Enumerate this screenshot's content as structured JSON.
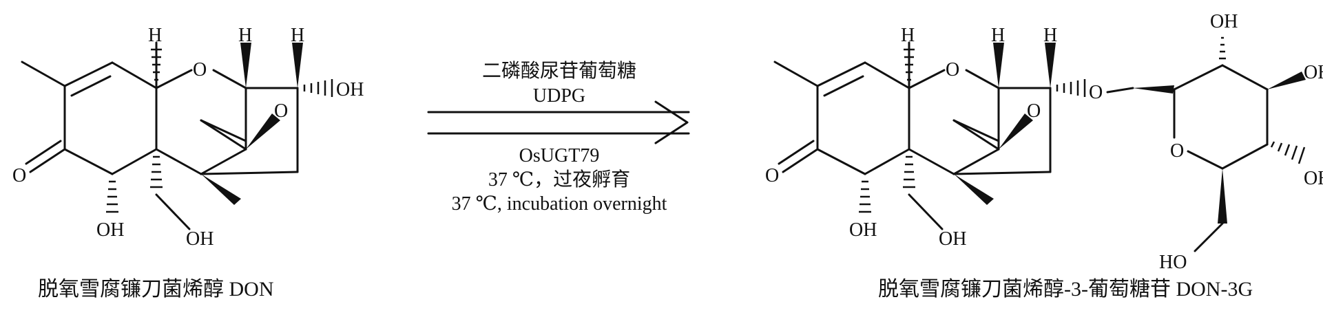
{
  "reaction": {
    "reactant": {
      "caption": "脱氧雪腐镰刀菌烯醇 DON",
      "atoms": {
        "h1": "H",
        "h2": "H",
        "h3": "H",
        "o_ring": "O",
        "o_epoxide": "O",
        "oh_right": "OH",
        "o_ketone": "O",
        "oh_bottom": "OH",
        "oh_ch2": "OH"
      }
    },
    "arrow": {
      "reagent_cn": "二磷酸尿苷葡萄糖",
      "reagent_abbr": "UDPG",
      "enzyme": "OsUGT79",
      "condition_cn": "37 ℃，过夜孵育",
      "condition_en": "37 ℃, incubation overnight"
    },
    "product": {
      "caption": "脱氧雪腐镰刀菌烯醇-3-葡萄糖苷 DON-3G",
      "atoms": {
        "h1": "H",
        "h2": "H",
        "h3": "H",
        "o_ring": "O",
        "o_epoxide": "O",
        "o_glyco": "O",
        "o_ketone": "O",
        "oh_bottom": "OH",
        "oh_ch2": "OH",
        "glc_oh_top": "OH",
        "glc_oh_right_top": "OH",
        "glc_o_ring": "O",
        "glc_oh_right_bottom": "OH",
        "glc_ho": "HO"
      }
    }
  }
}
